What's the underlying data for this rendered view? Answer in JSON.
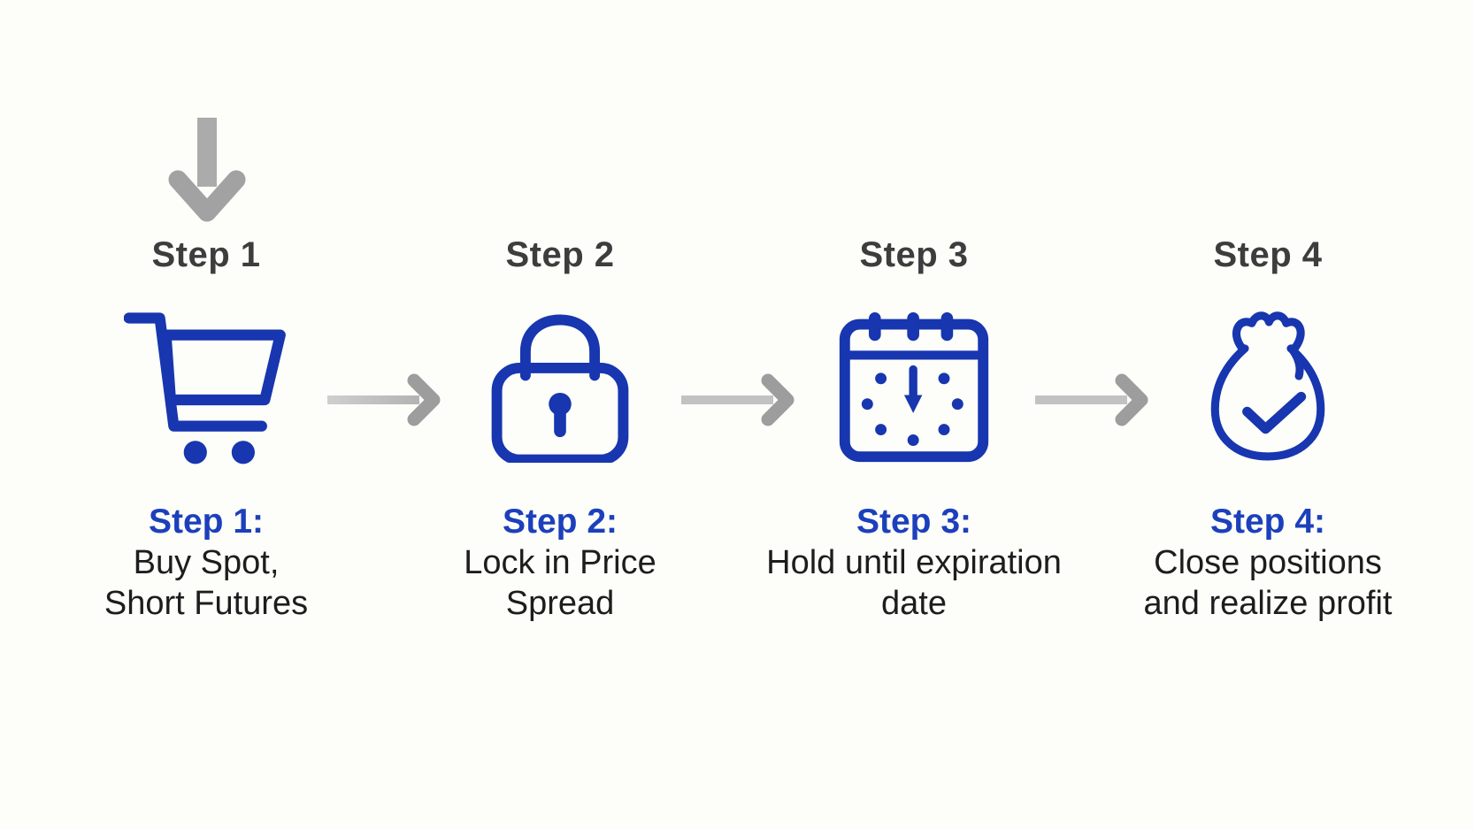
{
  "palette": {
    "background": "#fdfdf9",
    "icon_blue": "#1736af",
    "caption_blue": "#1c40bc",
    "heading_gray": "#3d3d3d",
    "body_text": "#1d1d1d",
    "arrow_gray": "#a8a8a8"
  },
  "connectors": {
    "entry": "arrow-down-icon",
    "between_steps": "arrow-right-icon"
  },
  "steps": [
    {
      "heading": "Step 1",
      "icon": "shopping-cart-icon",
      "caption_title": "Step 1:",
      "caption_lines": [
        "Buy Spot,",
        "Short Futures"
      ]
    },
    {
      "heading": "Step 2",
      "icon": "padlock-icon",
      "caption_title": "Step 2:",
      "caption_lines": [
        "Lock in Price",
        "Spread"
      ]
    },
    {
      "heading": "Step 3",
      "icon": "calendar-clock-icon",
      "caption_title": "Step 3:",
      "caption_lines": [
        "Hold until expiration",
        "date"
      ]
    },
    {
      "heading": "Step 4",
      "icon": "money-bag-check-icon",
      "caption_title": "Step 4:",
      "caption_lines": [
        "Close positions",
        "and realize profit"
      ]
    }
  ]
}
